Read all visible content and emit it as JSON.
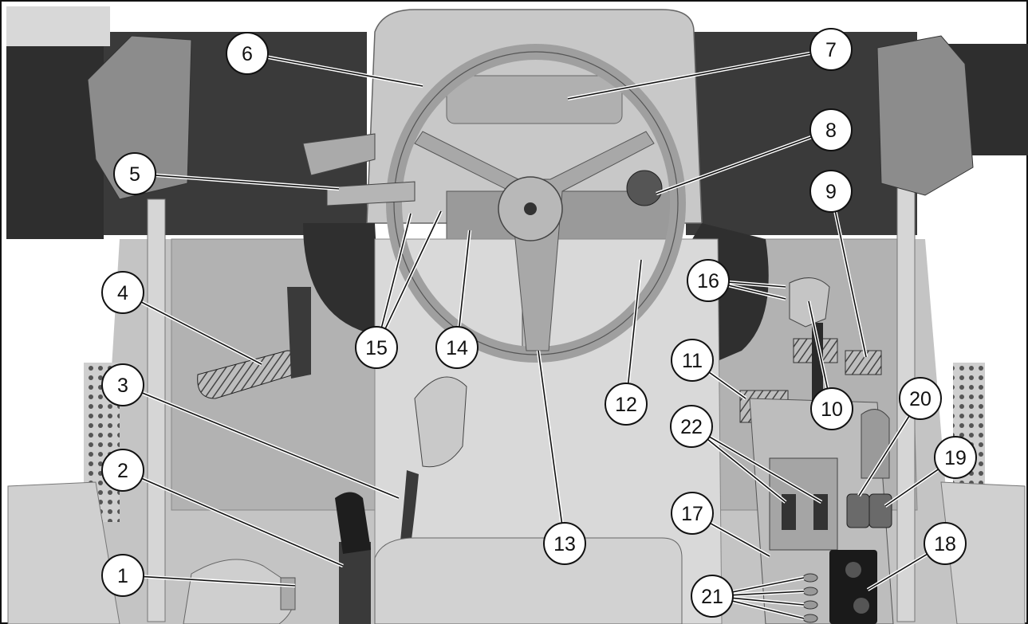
{
  "figure": {
    "description_free": true,
    "callouts": [
      {
        "number": "1"
      },
      {
        "number": "2"
      },
      {
        "number": "3"
      },
      {
        "number": "4"
      },
      {
        "number": "5"
      },
      {
        "number": "6"
      },
      {
        "number": "7"
      },
      {
        "number": "8"
      },
      {
        "number": "9"
      },
      {
        "number": "10"
      },
      {
        "number": "11"
      },
      {
        "number": "12"
      },
      {
        "number": "13"
      },
      {
        "number": "14"
      },
      {
        "number": "15"
      },
      {
        "number": "16"
      },
      {
        "number": "17"
      },
      {
        "number": "18"
      },
      {
        "number": "19"
      },
      {
        "number": "20"
      },
      {
        "number": "21"
      },
      {
        "number": "22"
      }
    ]
  },
  "colors": {
    "background": "#ffffff",
    "cab_dark": "#3a3a3a",
    "panel_mid": "#9a9a9a",
    "panel_light": "#cfcfcf",
    "floor": "#bdbdbd",
    "outline": "#111111"
  }
}
